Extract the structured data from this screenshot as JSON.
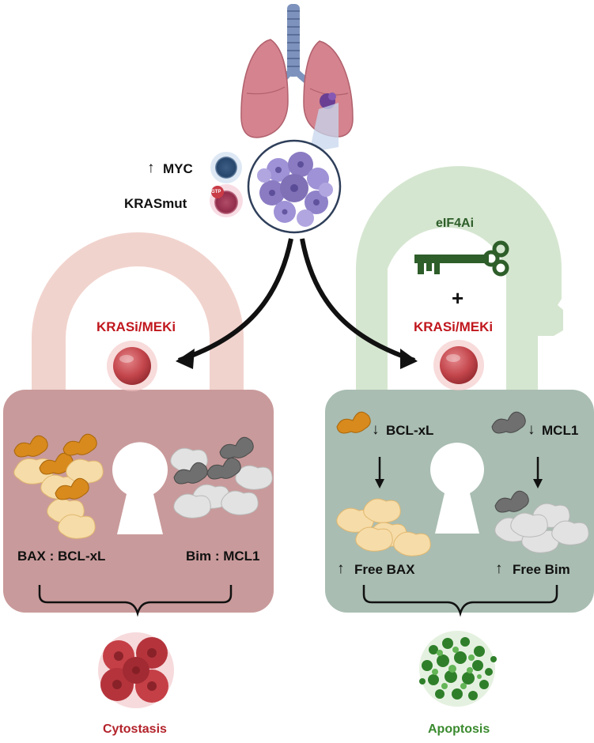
{
  "upstream": {
    "myc_label": "MYC",
    "myc_arrow": "↑",
    "kras_label": "KRASmut",
    "gtp_label": "GTP"
  },
  "left_lock": {
    "drug_label": "KRASi/MEKi",
    "complex_left": "BAX : BCL-xL",
    "complex_right": "Bim : MCL1",
    "outcome": "Cytostasis"
  },
  "right_lock": {
    "key_label": "eIF4Ai",
    "plus": "+",
    "drug_label": "KRASi/MEKi",
    "bcl_label": "BCL-xL",
    "mcl_label": "MCL1",
    "down_arrow": "↓",
    "up_arrow": "↑",
    "free_bax": "Free BAX",
    "free_bim": "Free Bim",
    "outcome": "Apoptosis"
  },
  "colors": {
    "left_shackle": "#f1d3cd",
    "left_body": "#c99a9b",
    "right_shackle": "#d5e6d0",
    "right_body": "#a9bdb2",
    "drug_red": "#c0171d",
    "key_green": "#2e5e2a",
    "bcl_orange": "#d88a1c",
    "bax_pale": "#f6dca8",
    "mcl_dark": "#6f6f6f",
    "bim_light": "#e2e2e2",
    "tumor_purple": "#7a6bb8"
  }
}
